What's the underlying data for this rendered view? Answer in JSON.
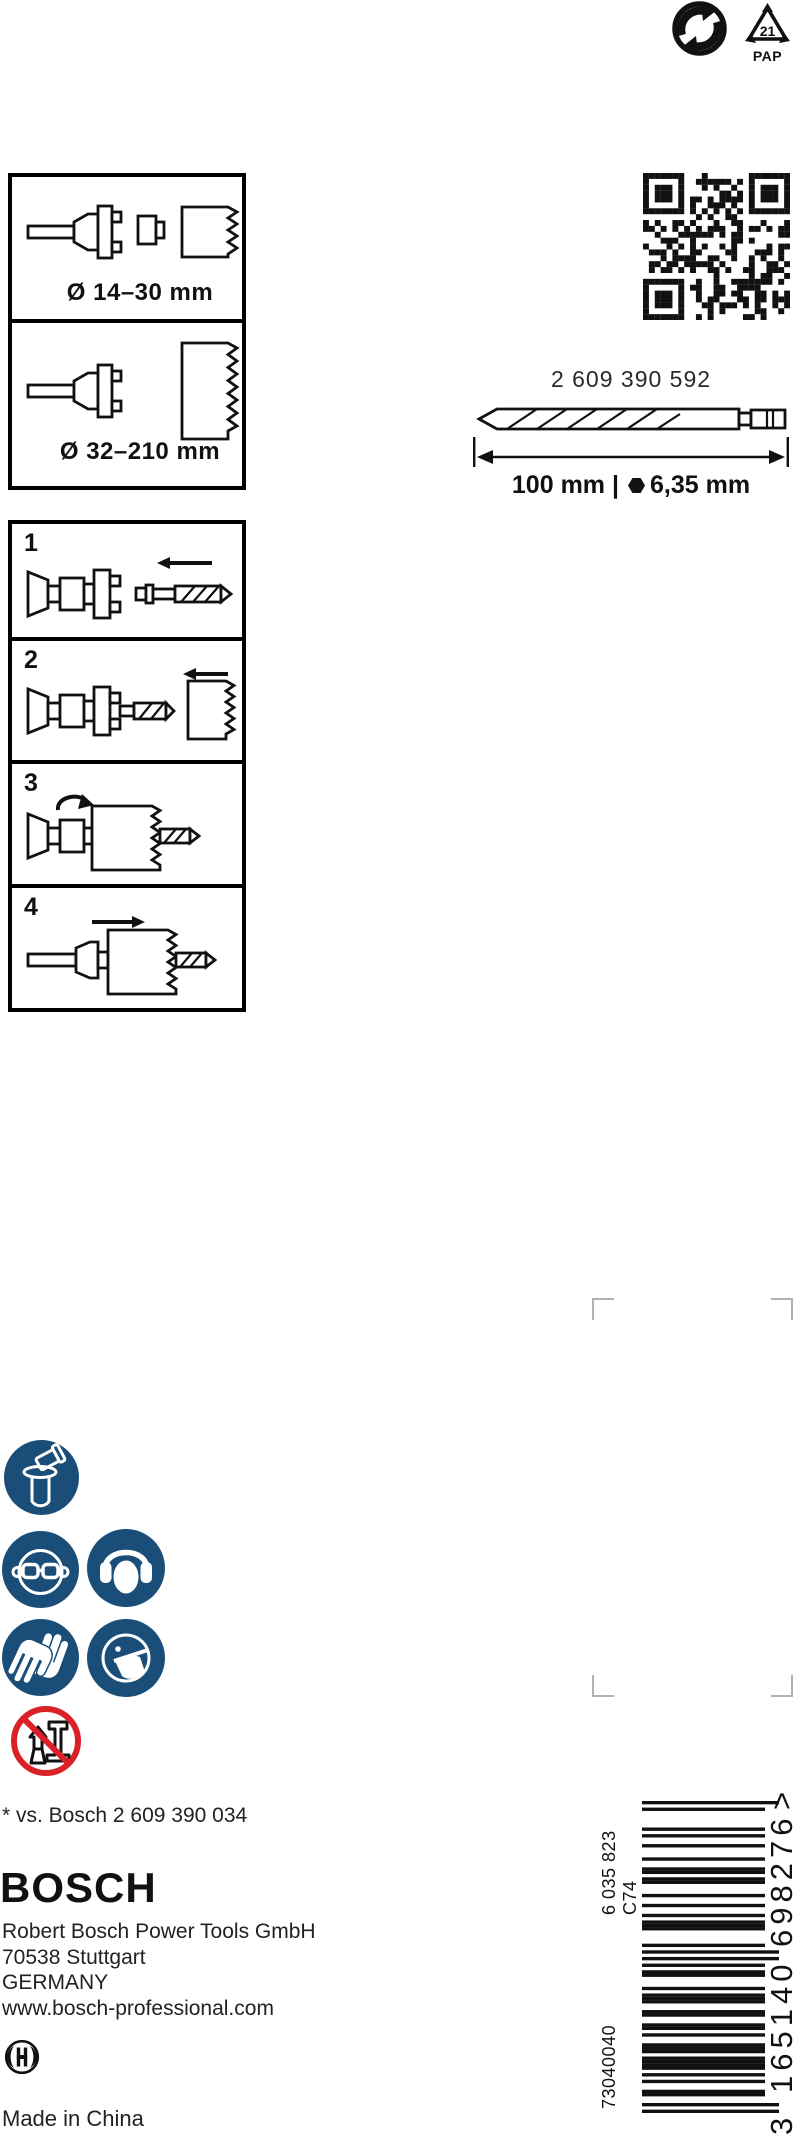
{
  "recycling": {
    "pap_number": "21",
    "pap_material": "PAP"
  },
  "spec_boxes": [
    {
      "label": "Ø 14–30 mm"
    },
    {
      "label": "Ø 32–210 mm"
    }
  ],
  "steps": [
    {
      "number": "1"
    },
    {
      "number": "2"
    },
    {
      "number": "3"
    },
    {
      "number": "4"
    }
  ],
  "product": {
    "part_number": "2 609 390 592",
    "length_label": "100 mm",
    "separator": "|",
    "hex_size_label": "6,35 mm"
  },
  "footer": {
    "comparison_note": "* vs. Bosch 2 609 390 034",
    "brand": "BOSCH",
    "address_line1": "Robert Bosch Power Tools GmbH",
    "address_line2": "70538 Stuttgart",
    "address_line3": "GERMANY",
    "website": "www.bosch-professional.com",
    "made_in": "Made in China"
  },
  "barcode": {
    "order_number": "6 035 823 C74",
    "production_code": "73040040",
    "ean_prefix": "3",
    "ean_group1": "165140",
    "ean_group2": "698276",
    "ean_suffix": ">",
    "ean_value": "3165140698276",
    "modules": "1010011001010111101110010110011001110100011010101010000111010010010001101100100010010100000101"
  },
  "icons": {
    "green_dot": "interlocking-arrows-circle",
    "resy": "recycling-triangle-pap-21",
    "qr": "qr-code",
    "bosch_emblem": "bosch-anchor-circle",
    "safety": [
      "hole-saw-arbor",
      "wear-eye-protection",
      "wear-ear-protection",
      "wear-gloves",
      "wear-dust-mask",
      "no-stationary-drill-stand"
    ]
  },
  "colors": {
    "safety_blue": "#1a4e78",
    "prohibition_red": "#da2128",
    "ink": "#1a1a1a",
    "mark_gray": "#b2b2b6"
  }
}
